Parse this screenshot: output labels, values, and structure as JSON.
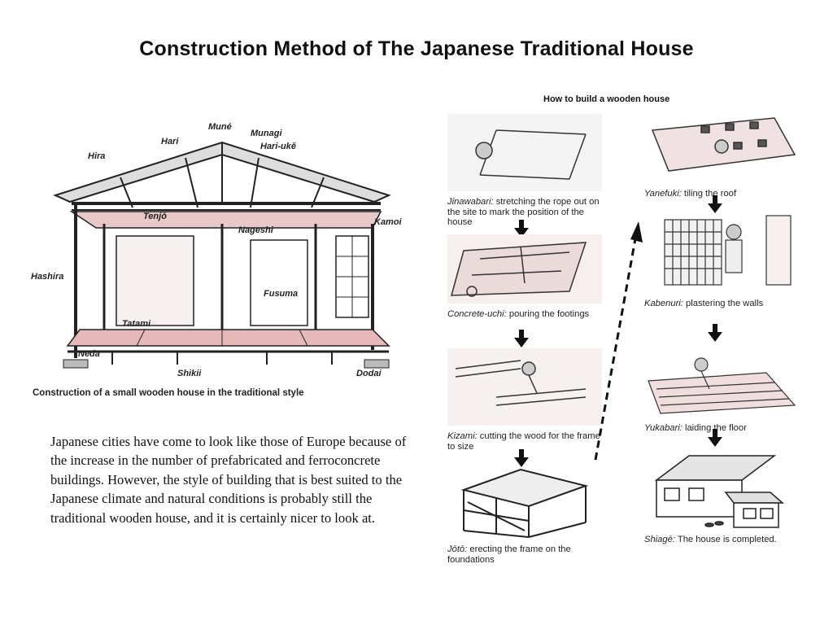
{
  "title": "Construction Method of The Japanese Traditional House",
  "house": {
    "labels": {
      "mune": "Muné",
      "munagi": "Munagi",
      "hari": "Hari",
      "hari_uke": "Hari-ukĕ",
      "hira": "Hira",
      "tenjo": "Tenjō",
      "kamoi": "Kamoi",
      "nageshi": "Nageshi",
      "hashira": "Hashira",
      "fusuma": "Fusuma",
      "tatami": "Tatami",
      "neda": "Neda",
      "shikii": "Shikii",
      "dodai": "Dodai"
    },
    "caption": "Construction of a small wooden house in the traditional style"
  },
  "paragraph": "Japanese cities have come to look like those of Europe because of the increase in the number of prefabricated and ferroconcrete buildings. However, the style of building that is best suited to the Japanese climate and natural conditions is probably still the traditional wooden house, and it is certainly nicer to look at.",
  "steps_title": "How to build a wooden house",
  "steps": [
    {
      "term": "Jinawabari:",
      "text": " stretching the rope out on the site to mark the position of the house"
    },
    {
      "term": "Concrete-uchi:",
      "text": " pouring the footings"
    },
    {
      "term": "Kizami:",
      "text": " cutting the wood for the frame to size"
    },
    {
      "term": "Jōtō:",
      "text": " erecting the frame on the foundations"
    },
    {
      "term": "Yanefuki:",
      "text": " tiling the roof"
    },
    {
      "term": "Kabenuri:",
      "text": " plastering the walls"
    },
    {
      "term": "Yukabari:",
      "text": " laiding the floor"
    },
    {
      "term": "Shiagē:",
      "text": " The house is completed."
    }
  ]
}
